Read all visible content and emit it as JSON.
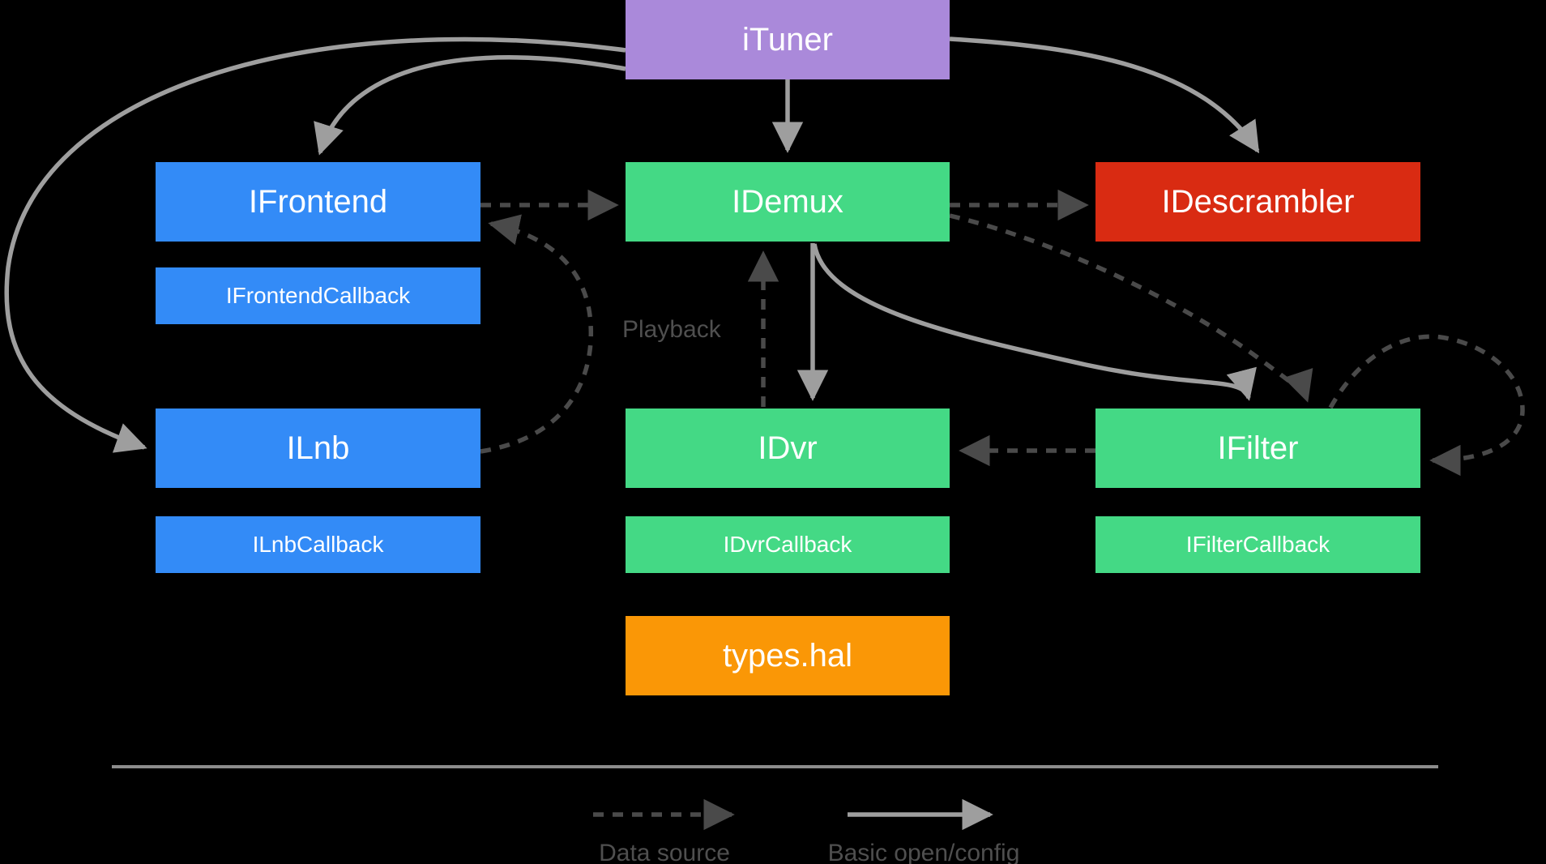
{
  "palette": {
    "bg": "#000000",
    "purple": "#aa89da",
    "blue": "#338bf7",
    "green": "#44d985",
    "red": "#d92b12",
    "orange": "#fa9706",
    "arrow-solid": "#9e9e9e",
    "arrow-dashed": "#4a4a4a",
    "label-gray": "#4f4f4f",
    "divider": "#8c8c8c",
    "box-text": "#ffffff"
  },
  "boxes": {
    "ituner": {
      "label": "iTuner"
    },
    "ifrontend": {
      "label": "IFrontend"
    },
    "idemux": {
      "label": "IDemux"
    },
    "idescrambler": {
      "label": "IDescrambler"
    },
    "ifrontendcallback": {
      "label": "IFrontendCallback"
    },
    "ilnb": {
      "label": "ILnb"
    },
    "idvr": {
      "label": "IDvr"
    },
    "ifilter": {
      "label": "IFilter"
    },
    "ilnbcallback": {
      "label": "ILnbCallback"
    },
    "idvrcallback": {
      "label": "IDvrCallback"
    },
    "ifiltercallback": {
      "label": "IFilterCallback"
    },
    "typeshal": {
      "label": "types.hal"
    }
  },
  "labels": {
    "playback": "Playback"
  },
  "legend": {
    "data_source": "Data source",
    "basic_open_config": "Basic open/config"
  },
  "diagram": {
    "edges": [
      {
        "from": "iTuner",
        "to": "IDemux",
        "type": "basic_open_config"
      },
      {
        "from": "iTuner",
        "to": "IFrontend",
        "type": "basic_open_config"
      },
      {
        "from": "iTuner",
        "to": "ILnb",
        "type": "basic_open_config"
      },
      {
        "from": "iTuner",
        "to": "IDescrambler",
        "type": "basic_open_config"
      },
      {
        "from": "IDemux",
        "to": "IDvr",
        "type": "basic_open_config"
      },
      {
        "from": "IDemux",
        "to": "IFilter",
        "type": "basic_open_config"
      },
      {
        "from": "IFrontend",
        "to": "IDemux",
        "type": "data_source"
      },
      {
        "from": "IDemux",
        "to": "IDescrambler",
        "type": "data_source"
      },
      {
        "from": "ILnb",
        "to": "IFrontend",
        "type": "data_source"
      },
      {
        "from": "IDvr",
        "to": "IDemux",
        "type": "data_source",
        "label": "Playback"
      },
      {
        "from": "IDemux",
        "to": "IFilter",
        "type": "data_source"
      },
      {
        "from": "IFilter",
        "to": "IDvr",
        "type": "data_source"
      },
      {
        "from": "IFilter",
        "to": "IFilter",
        "type": "data_source"
      }
    ]
  }
}
